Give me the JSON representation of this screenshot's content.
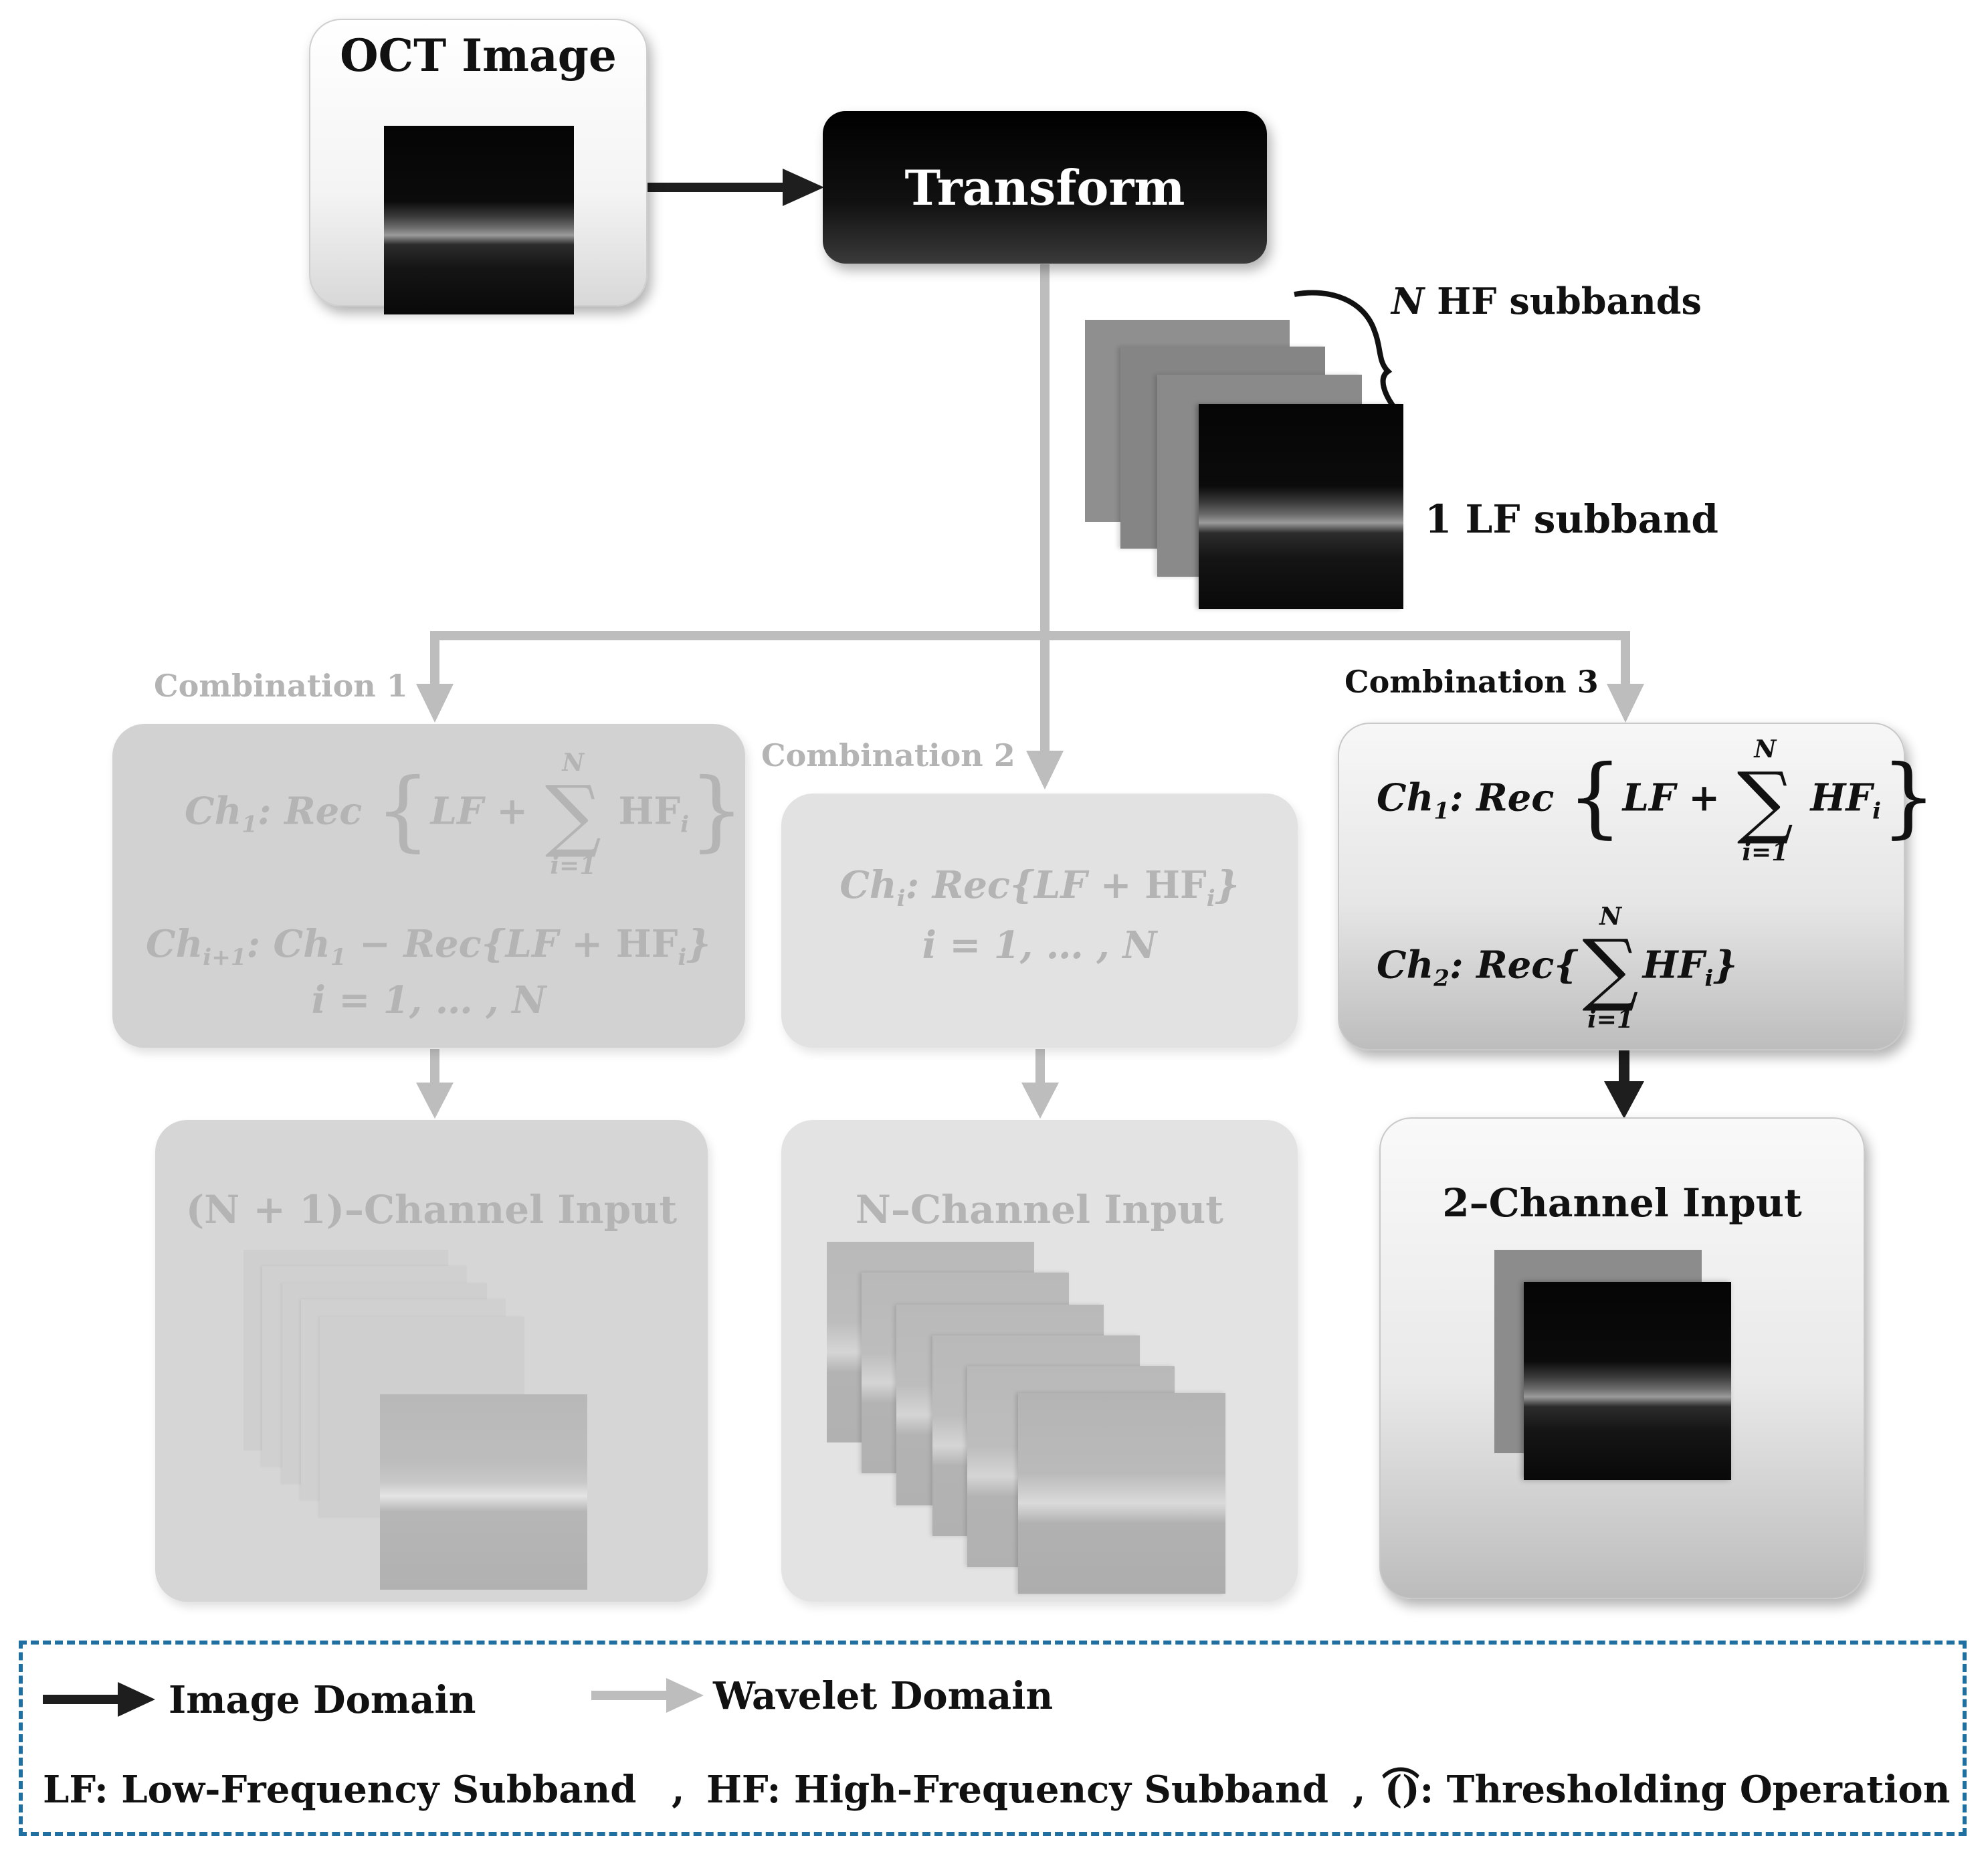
{
  "title_oct": "OCT Image",
  "transform_label": "Transform",
  "hf_label": {
    "var": "N",
    "text": " HF subbands"
  },
  "lf_label": "1 LF subband",
  "combinations": [
    {
      "label": "Combination 1",
      "eq": {
        "ch1": "Ch",
        "rec": "Rec",
        "lf": "LF",
        "hf": "HF",
        "chi1": "Ch",
        "range": "i = 1, … , N"
      },
      "output": "(N + 1)–Channel Input"
    },
    {
      "label": "Combination 2",
      "eq": {
        "chi": "Ch",
        "rec": "Rec",
        "lf": "LF",
        "hf": "HF",
        "range": "i = 1, … , N"
      },
      "output": "N–Channel Input"
    },
    {
      "label": "Combination 3",
      "eq": {
        "ch1": "Ch",
        "ch2": "Ch",
        "rec": "Rec",
        "lf": "LF",
        "hf": "HF"
      },
      "output": "2–Channel Input"
    }
  ],
  "legend": {
    "image_domain": "Image Domain",
    "wavelet_domain": "Wavelet Domain",
    "lf_def": "LF: Low-Frequency Subband",
    "hf_def": "HF: High-Frequency Subband",
    "thr_def": "): Thresholding Operation",
    "sep1": ",",
    "sep2": ","
  },
  "colors": {
    "image_arrow": "#1e1e1e",
    "wavelet_arrow": "#bdbdbd",
    "legend_border": "#1f6fa0",
    "faded_text": "#b4b4b4"
  }
}
